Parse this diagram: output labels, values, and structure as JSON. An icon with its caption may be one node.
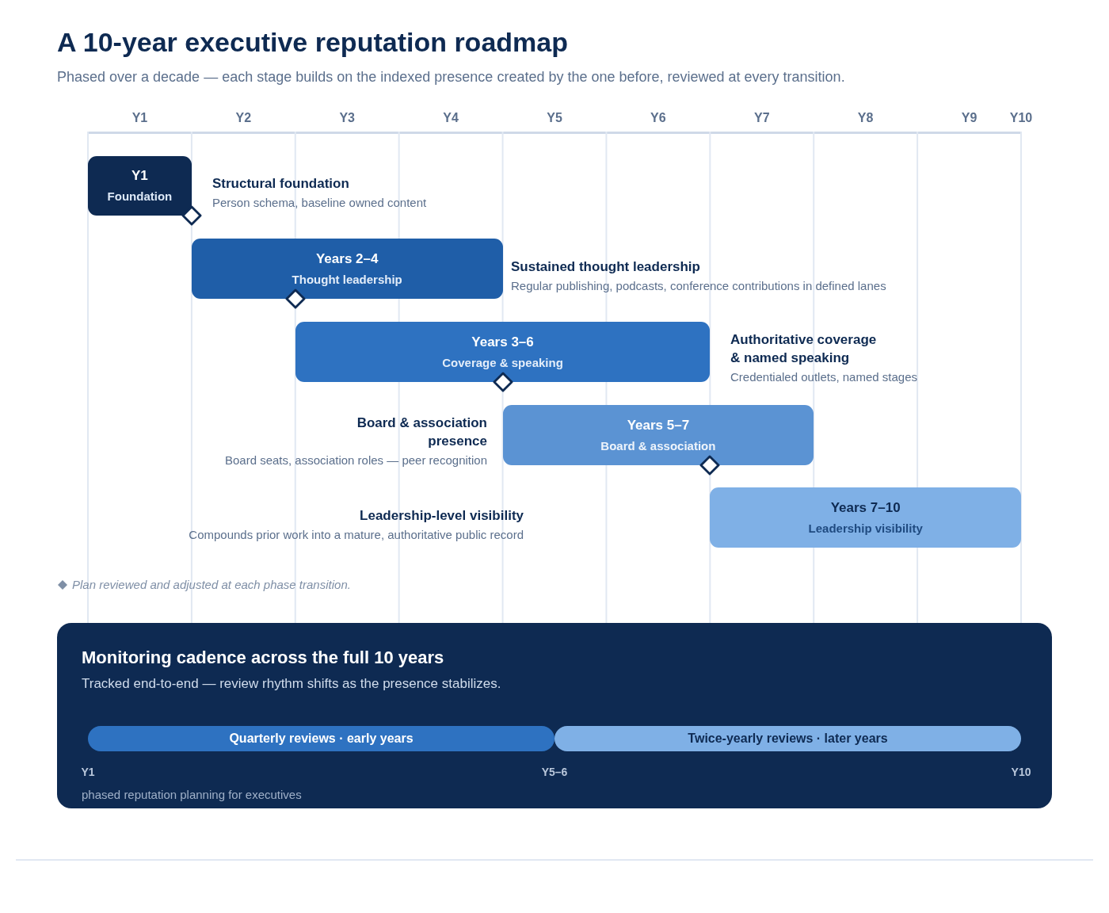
{
  "diagram": {
    "title": "A 10-year executive reputation roadmap",
    "caption": "Phased over a decade — each stage builds on the indexed presence created by the one before, reviewed at every transition.",
    "nodes": [
      {
        "text": [
          "Y1",
          "Foundation"
        ],
        "beside": [
          "Structural foundation",
          "Person schema, baseline owned content"
        ]
      },
      {
        "text": [
          "Years 2–4",
          "Thought leadership"
        ],
        "beside": [
          "Sustained thought leadership",
          "Regular publishing, podcasts, conference contributions in defined lanes"
        ]
      },
      {
        "text": [
          "Years 3–6",
          "Coverage & speaking"
        ],
        "beside": [
          "Authoritative coverage & named speaking",
          "Credentialed outlets, named stages"
        ]
      },
      {
        "text": [
          "Years 5–7",
          "Board & association"
        ],
        "beside": [
          "Board & association presence",
          "Board seats, association roles — peer recognition"
        ]
      },
      {
        "text": [
          "Years 7–10",
          "Leadership visibility"
        ],
        "beside": [
          "Leadership-level visibility",
          "Compounds prior work into a mature, authoritative public record"
        ]
      },
      {
        "text": [
          "Monitoring cadence across the full 10 years",
          "Tracked end-to-end — review rhythm shifts as the presence stabilizes.",
          "phased reputation planning for executives"
        ]
      },
      {
        "text": [
          "Quarterly reviews · early years"
        ],
        "in": 5
      },
      {
        "text": [
          "Twice-yearly reviews · later years"
        ],
        "in": 5
      }
    ],
    "labels": [
      "Y1",
      "Y2",
      "Y3",
      "Y4",
      "Y5",
      "Y6",
      "Y7",
      "Y8",
      "Y9",
      "Y10",
      "Y1",
      "Y5–6",
      "Y10"
    ],
    "legend": [
      {
        "text": "Plan reviewed and adjusted at each phase transition."
      }
    ]
  }
}
